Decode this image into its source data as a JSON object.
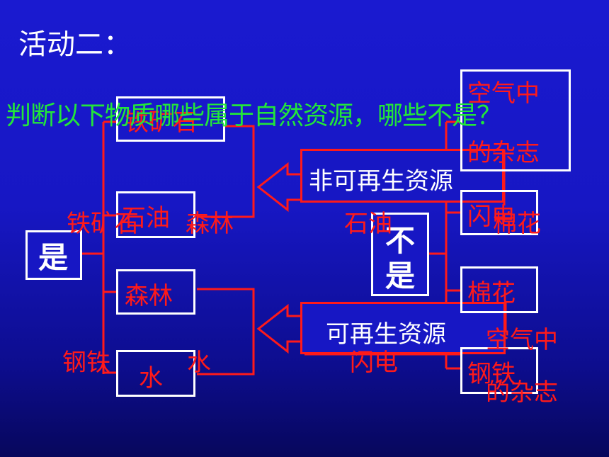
{
  "title": "活动二：",
  "question": "判断以下物质哪些属于自然资源，哪些不是？",
  "yes_label": "是",
  "no_label_line1": "不",
  "no_label_line2": "是",
  "categories": {
    "nonrenewable": "非可再生资源",
    "renewable": "可再生资源"
  },
  "left_items": [
    "铁矿石",
    "石油",
    "森林",
    "水"
  ],
  "right_items": {
    "air_line1": "空气中",
    "air_line2": "的杂志",
    "lightning": "闪电",
    "cotton": "棉花",
    "steel": "钢铁"
  },
  "overlay_answers": {
    "iron_ore": "铁矿石",
    "forest": "森林",
    "petroleum": "石油",
    "cotton": "棉花",
    "steel": "钢铁",
    "water": "水",
    "lightning": "闪电",
    "air_line1": "空气中",
    "air_line2": "的杂志"
  },
  "colors": {
    "background": "#1717c4",
    "title_text": "#ffffff",
    "question_text": "#22e63a",
    "answer_text": "#ff1a1a",
    "connector": "#ff1a1a",
    "box_border": "#ffffff"
  }
}
